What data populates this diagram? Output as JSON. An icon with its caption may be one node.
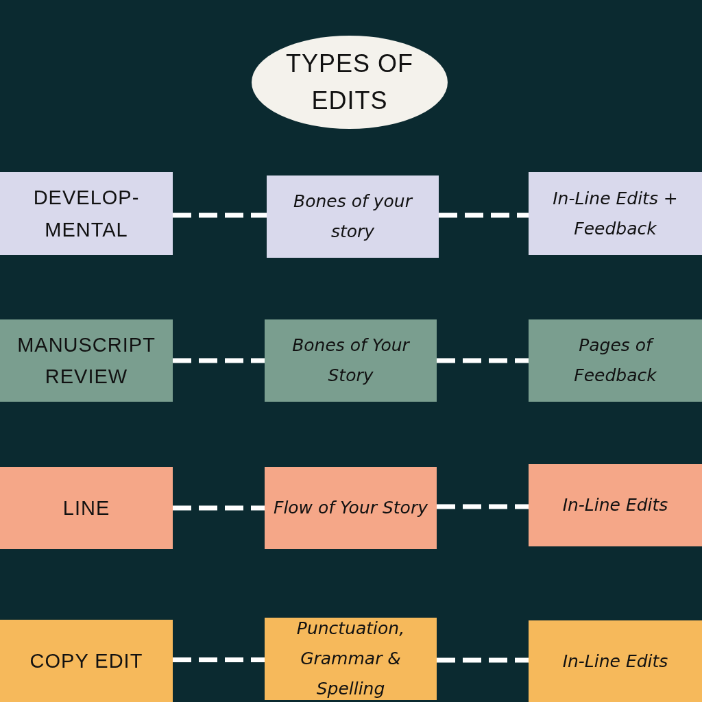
{
  "diagram": {
    "title": "TYPES OF EDITS",
    "nodes": [
      {
        "text": [
          "DEVELOP- MENTAL"
        ]
      },
      {
        "text": [
          "Bones of your story"
        ]
      },
      {
        "text": [
          "In-Line Edits + Feedback"
        ]
      },
      {
        "text": [
          "MANUSCRIPT REVIEW"
        ]
      },
      {
        "text": [
          "Bones of Your Story"
        ]
      },
      {
        "text": [
          "Pages of Feedback"
        ]
      },
      {
        "text": [
          "LINE"
        ]
      },
      {
        "text": [
          "Flow of Your Story"
        ]
      },
      {
        "text": [
          "In-Line Edits"
        ]
      },
      {
        "text": [
          "COPY EDIT"
        ]
      },
      {
        "text": [
          "Punctuation, Grammar & Spelling"
        ]
      },
      {
        "text": [
          "In-Line Edits"
        ]
      }
    ],
    "edges": [
      {
        "from": 0,
        "to": 1,
        "arrow": "none",
        "style": "dashed"
      },
      {
        "from": 1,
        "to": 2,
        "arrow": "none",
        "style": "dashed"
      },
      {
        "from": 3,
        "to": 4,
        "arrow": "none",
        "style": "dashed"
      },
      {
        "from": 4,
        "to": 5,
        "arrow": "none",
        "style": "dashed"
      },
      {
        "from": 6,
        "to": 7,
        "arrow": "none",
        "style": "dashed"
      },
      {
        "from": 7,
        "to": 8,
        "arrow": "none",
        "style": "dashed"
      },
      {
        "from": 9,
        "to": 10,
        "arrow": "none",
        "style": "dashed"
      },
      {
        "from": 10,
        "to": 11,
        "arrow": "none",
        "style": "dashed"
      }
    ]
  }
}
